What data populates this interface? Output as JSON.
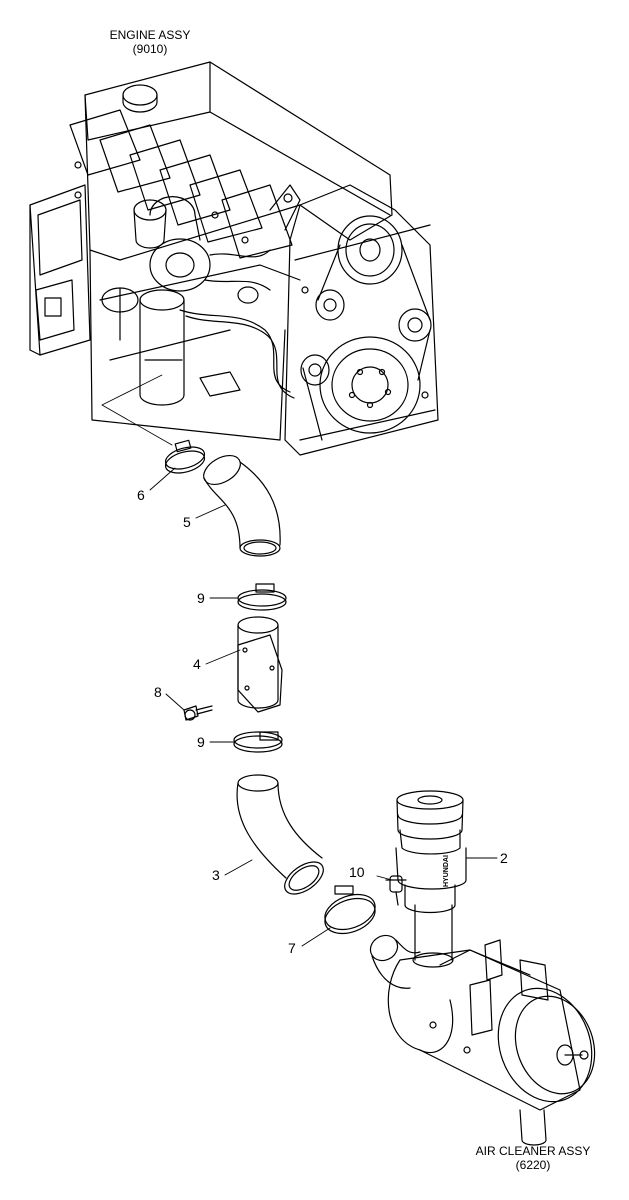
{
  "captions": {
    "engine_title": "ENGINE ASSY",
    "engine_code": "(9010)",
    "cleaner_title": "AIR CLEANER ASSY",
    "cleaner_code": "(6220)"
  },
  "callouts": [
    "6",
    "5",
    "9",
    "4",
    "8",
    "9",
    "3",
    "10",
    "2",
    "7"
  ],
  "branding": "HYUNDAI",
  "colors": {
    "line": "#000000",
    "background": "#ffffff"
  }
}
